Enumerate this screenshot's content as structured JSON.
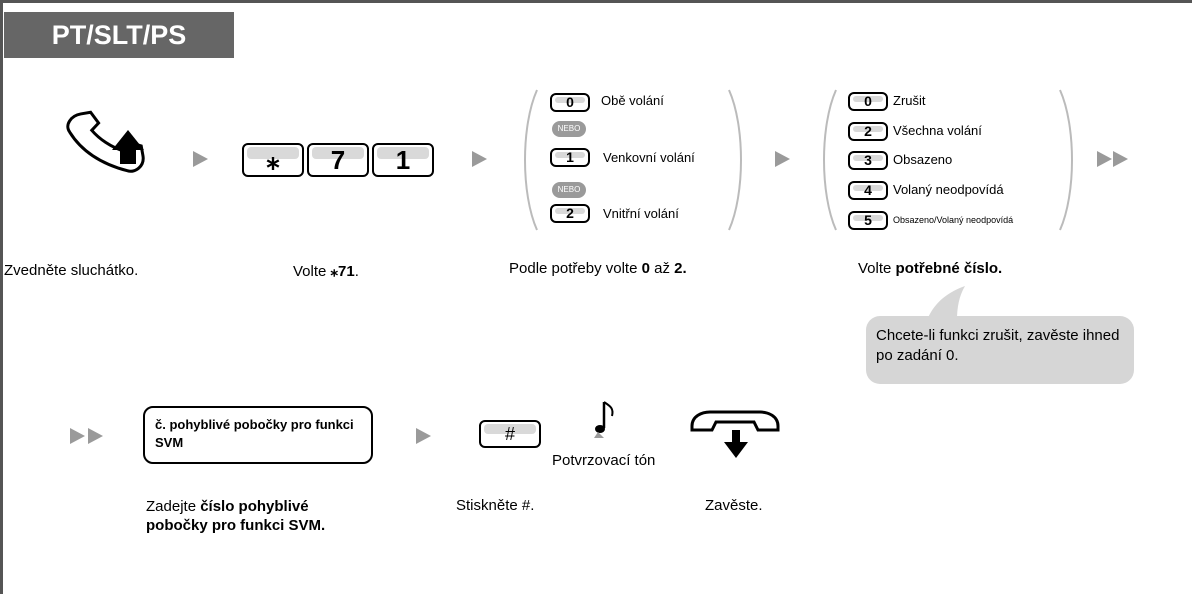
{
  "header": {
    "title": "PT/SLT/PS"
  },
  "steps_row1": {
    "dial_keys": [
      "⁎",
      "7",
      "1"
    ],
    "options_a": [
      {
        "key": "0",
        "label": "Obě volání"
      },
      {
        "key": "1",
        "label": "Venkovní volání"
      },
      {
        "key": "2",
        "label": "Vnitřní volání"
      }
    ],
    "options_b": [
      {
        "key": "0",
        "label": "Zrušit"
      },
      {
        "key": "2",
        "label": "Všechna volání"
      },
      {
        "key": "3",
        "label": "Obsazeno"
      },
      {
        "key": "4",
        "label": "Volaný neodpovídá"
      },
      {
        "key": "5",
        "label": "Obsazeno/Volaný neodpovídá"
      }
    ],
    "nebo": "NEBO",
    "captions": {
      "offhook": "Zvedněte sluchátko.",
      "dial_prefix": "Volte ",
      "dial_code": "⁎71",
      "dial_suffix": ".",
      "opt_a_prefix": "Podle potřeby volte ",
      "opt_a_0": "0",
      "opt_a_mid": " až ",
      "opt_a_2": "2.",
      "opt_b_prefix": "Volte ",
      "opt_b_bold": "potřebné číslo."
    },
    "tip": "Chcete-li funkci zrušit, zavěste ihned po zadání 0."
  },
  "steps_row2": {
    "ext_box": "č. pohyblivé pobočky pro funkci SVM",
    "hash_key": "#",
    "tone_label": "Potvrzovací tón",
    "captions": {
      "enter_prefix": "Zadejte ",
      "enter_bold": "číslo pohyblivé pobočky pro funkci SVM.",
      "press": "Stiskněte #.",
      "onhook": "Zavěste."
    }
  },
  "colors": {
    "header_bg": "#666666",
    "arrow": "#9a9a9a",
    "tip_bg": "#d6d6d6",
    "key_shade": "#d9d9d9"
  }
}
